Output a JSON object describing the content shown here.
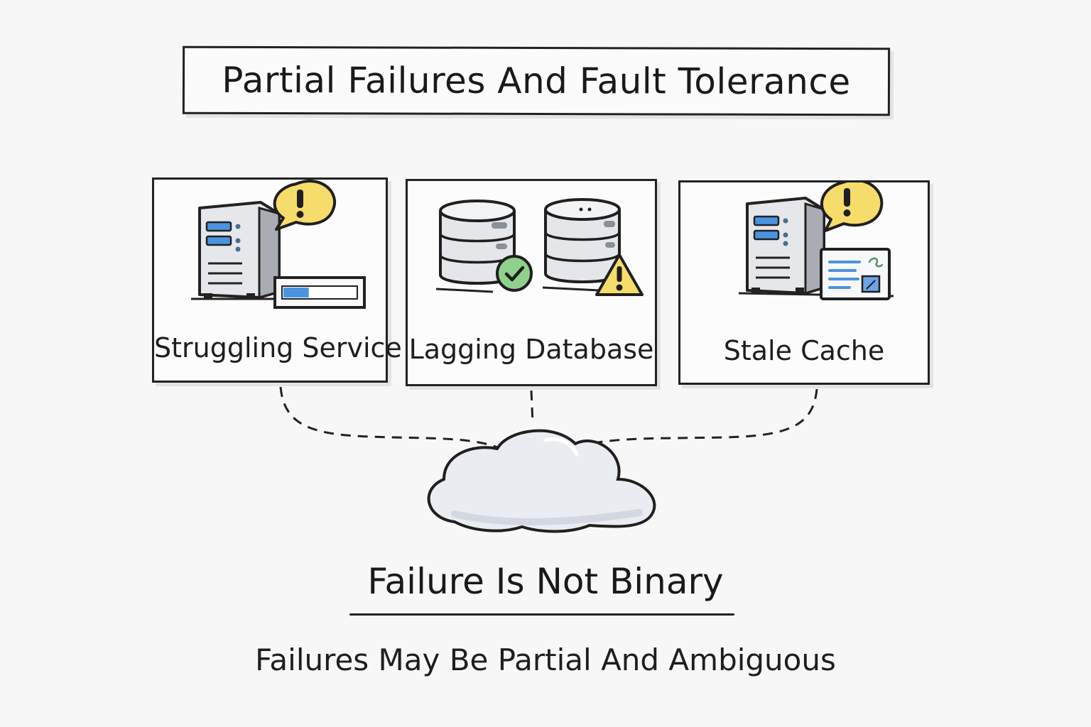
{
  "title": "Partial Failures And Fault Tolerance",
  "cards": [
    {
      "label": "Struggling Service",
      "icon": "server-warning-icon",
      "progress": 0.35
    },
    {
      "label": "Lagging Database",
      "icon": "database-pair-icon"
    },
    {
      "label": "Stale Cache",
      "icon": "server-cache-icon"
    }
  ],
  "footer": {
    "title": "Failure Is Not Binary",
    "subtitle": "Failures May Be Partial And Ambiguous"
  },
  "colors": {
    "warning": "#f6dc6a",
    "ok": "#8fd18b",
    "accent": "#4b93e0",
    "ink": "#222222"
  }
}
